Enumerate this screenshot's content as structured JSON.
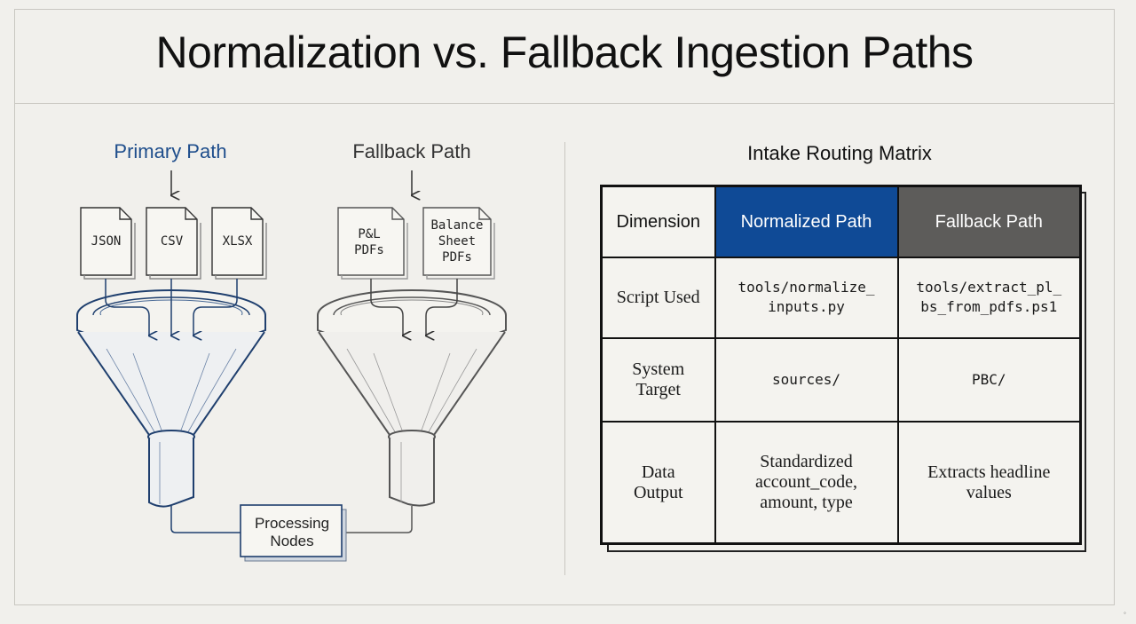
{
  "title": "Normalization vs. Fallback Ingestion Paths",
  "primary": {
    "label": "Primary Path",
    "files": [
      "JSON",
      "CSV",
      "XLSX"
    ]
  },
  "fallback": {
    "label": "Fallback Path",
    "files": [
      "P&L\nPDFs",
      "Balance\nSheet\nPDFs"
    ]
  },
  "processing": {
    "label": "Processing\nNodes"
  },
  "matrix": {
    "title": "Intake Routing Matrix",
    "headers": [
      "Dimension",
      "Normalized Path",
      "Fallback Path"
    ],
    "rows": [
      {
        "dimension": "Script Used",
        "normalized": "tools/normalize_\ninputs.py",
        "fallback": "tools/extract_pl_\nbs_from_pdfs.ps1"
      },
      {
        "dimension": "System\nTarget",
        "normalized": "sources/",
        "fallback": "PBC/"
      },
      {
        "dimension": "Data\nOutput",
        "normalized": "Standardized\naccount_code,\namount, type",
        "fallback": "Extracts headline\nvalues"
      }
    ]
  },
  "colors": {
    "primary_blue": "#1f4e8c",
    "normalized_header": "#0f4a96",
    "fallback_header": "#5d5c5a",
    "background": "#f1f0ec"
  }
}
